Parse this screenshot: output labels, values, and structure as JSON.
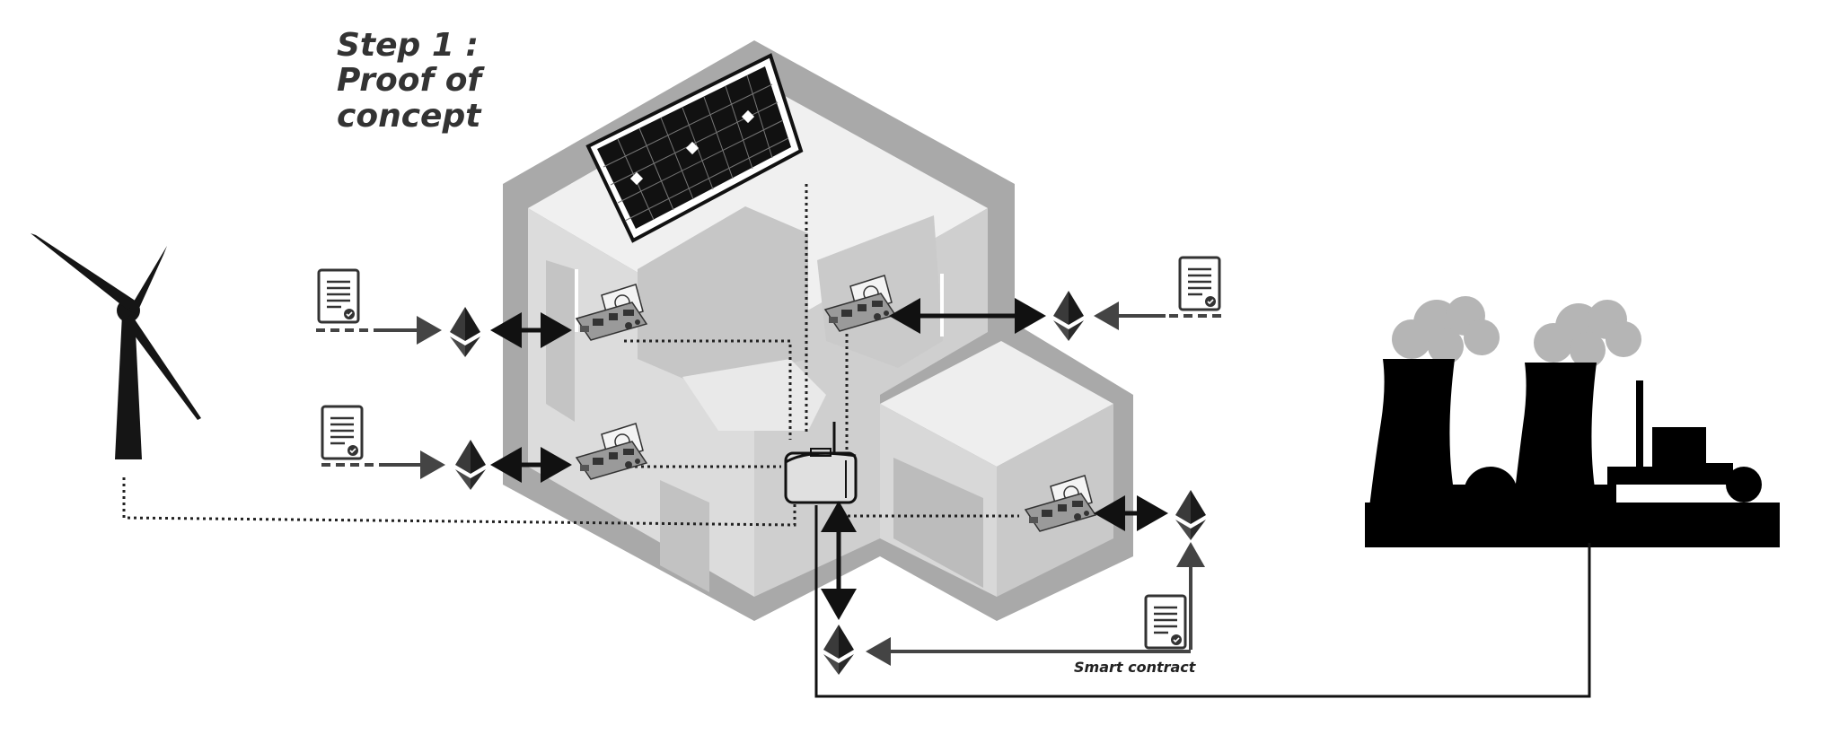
{
  "title": {
    "lines": [
      "Step 1 :",
      "Proof of",
      "concept"
    ]
  },
  "caption": "Smart contract",
  "icons": {
    "wind_turbine": "wind-turbine-icon",
    "power_plant": "power-plant-icon",
    "solar_panel": "solar-panel-icon",
    "building": "building-icon",
    "contract": "contract-document-icon",
    "ethereum": "ethereum-icon",
    "board": "circuit-board-icon",
    "router": "router-icon"
  },
  "colors": {
    "ink": "#111111",
    "title": "#333333",
    "building_frame": "#a9a9a9",
    "smoke": "#b5b5b5"
  }
}
